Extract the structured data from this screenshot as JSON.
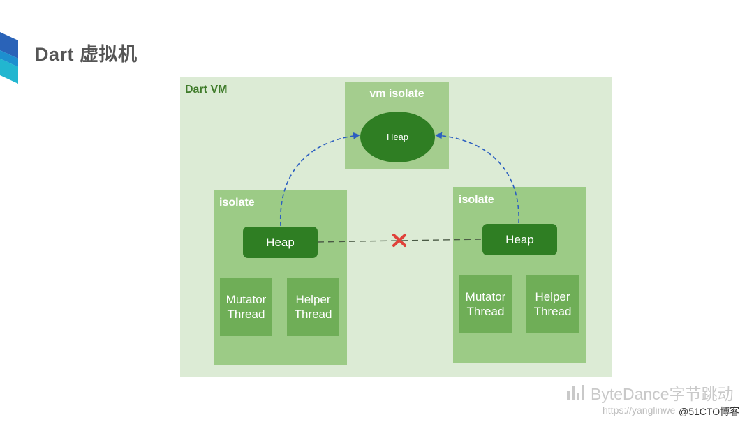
{
  "slide": {
    "title": "Dart 虚拟机"
  },
  "diagram": {
    "dart_vm_label": "Dart VM",
    "vm_isolate": {
      "label": "vm isolate",
      "heap_label": "Heap"
    },
    "isolate_left": {
      "label": "isolate",
      "heap_label": "Heap",
      "mutator_line1": "Mutator",
      "mutator_line2": "Thread",
      "helper_line1": "Helper",
      "helper_line2": "Thread"
    },
    "isolate_right": {
      "label": "isolate",
      "heap_label": "Heap",
      "mutator_line1": "Mutator",
      "mutator_line2": "Thread",
      "helper_line1": "Helper",
      "helper_line2": "Thread"
    },
    "colors": {
      "vm_background": "#dcebd5",
      "isolate_background": "#9ccb86",
      "heap": "#2f7e23",
      "thread": "#6fae57",
      "arrow": "#2c5fc0",
      "blocked_marker": "#e0413a"
    }
  },
  "watermark": {
    "brand": "ByteDance字节跳动",
    "url": "https://yanglinwe",
    "site": "@51CTO博客"
  }
}
